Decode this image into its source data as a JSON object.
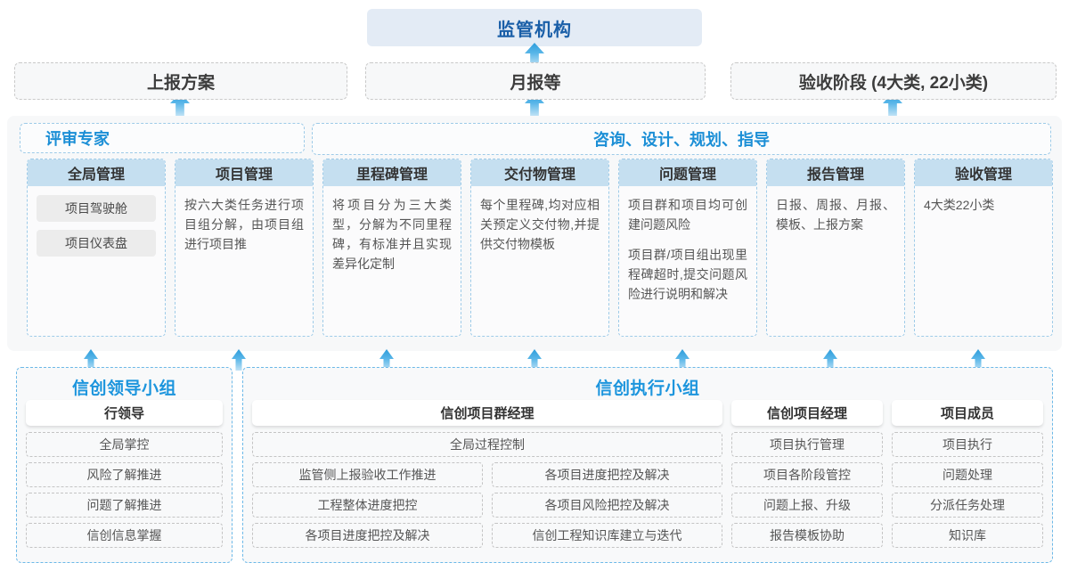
{
  "top": {
    "regulator": "监管机构"
  },
  "reports": [
    {
      "label": "上报方案"
    },
    {
      "label": "月报等"
    },
    {
      "label": "验收阶段 (4大类, 22小类)"
    }
  ],
  "middle": {
    "group_titles": [
      {
        "label": "评审专家"
      },
      {
        "label": "咨询、设计、规划、指导"
      }
    ],
    "cards": [
      {
        "title": "全局管理",
        "pills": [
          "项目驾驶舱",
          "项目仪表盘"
        ],
        "paras": []
      },
      {
        "title": "项目管理",
        "pills": [],
        "paras": [
          "按六大类任务进行项目组分解，由项目组进行项目推"
        ]
      },
      {
        "title": "里程碑管理",
        "pills": [],
        "paras": [
          "将项目分为三大类型，分解为不同里程碑，有标准并且实现差异化定制"
        ]
      },
      {
        "title": "交付物管理",
        "pills": [],
        "paras": [
          "每个里程碑,均对应相关预定义交付物,并提供交付物模板"
        ]
      },
      {
        "title": "问题管理",
        "pills": [],
        "paras": [
          "项目群和项目均可创建问题风险",
          "项目群/项目组出现里程碑超时,提交问题风险进行说明和解决"
        ]
      },
      {
        "title": "报告管理",
        "pills": [],
        "paras": [
          "日报、周报、月报、模板、上报方案"
        ]
      },
      {
        "title": "验收管理",
        "pills": [],
        "paras": [
          "4大类22小类"
        ]
      }
    ]
  },
  "bottom": {
    "leader_group": {
      "title": "信创领导小组",
      "role": "行领导",
      "tasks": [
        "全局掌控",
        "风险了解推进",
        "问题了解推进",
        "信创信息掌握"
      ]
    },
    "exec_group": {
      "title": "信创执行小组",
      "program_manager": {
        "role": "信创项目群经理",
        "wide_task": "全局过程控制",
        "tasks": [
          "监管侧上报验收工作推进",
          "各项目进度把控及解决",
          "工程整体进度把控",
          "各项目风险把控及解决",
          "各项目进度把控及解决",
          "信创工程知识库建立与迭代"
        ]
      },
      "project_manager": {
        "role": "信创项目经理",
        "tasks": [
          "项目执行管理",
          "项目各阶段管控",
          "问题上报、升级",
          "报告模板协助"
        ]
      },
      "project_member": {
        "role": "项目成员",
        "tasks": [
          "项目执行",
          "问题处理",
          "分派任务处理",
          "知识库"
        ]
      }
    }
  },
  "colors": {
    "accent_blue": "#1c95dd",
    "title_blue": "#1a5fa8",
    "card_header": "#c5dff0",
    "regulator_bg": "#e3ebf5",
    "panel_bg": "#f7f8f9",
    "arrow": "#2e9ddb"
  }
}
